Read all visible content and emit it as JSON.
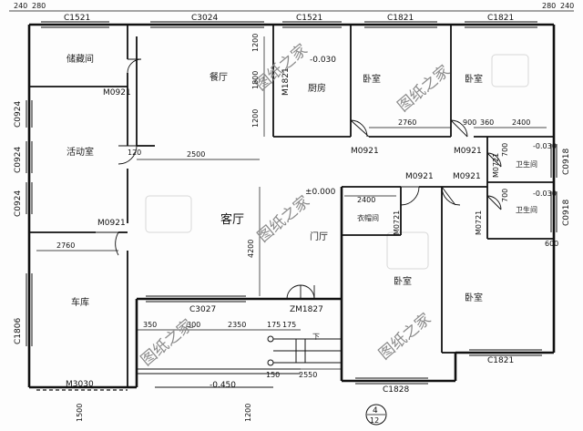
{
  "rooms": {
    "storage": "储藏间",
    "dining": "餐厅",
    "kitchen": "厨房",
    "bedroom_top_mid": "卧室",
    "bedroom_top_right": "卧室",
    "activity": "活动室",
    "living": "客厅",
    "foyer": "门厅",
    "bath_top": "卫生间",
    "bath_bottom": "卫生间",
    "closet": "衣帽间",
    "bedroom_bottom_mid": "卧室",
    "bedroom_bottom_right": "卧室",
    "garage": "车库",
    "porch_arrow": "下"
  },
  "watermark": "图纸之家",
  "window_codes": {
    "top_1": "C1521",
    "top_2": "C3024",
    "top_3": "C1521",
    "top_4": "C1821",
    "top_5": "C1821",
    "left_1": "C0924",
    "left_2": "C0924",
    "left_3": "C0924",
    "left_4": "C1806",
    "right_1": "C0918",
    "right_2": "C0918",
    "porch": "C3027",
    "entry_door": "ZM1827",
    "bottom_1": "C1828",
    "bottom_2": "C1821",
    "garage_door": "M3030"
  },
  "door_codes": {
    "storage": "M0921",
    "kitchen": "M1821",
    "bed_top_mid": "M0921",
    "bed_top_right": "M0921",
    "activity": "M0921",
    "bed_bottom_mid": "M0921",
    "bed_bottom_right": "M0921",
    "closet": "M0721",
    "bath_bottom": "M0721",
    "bath_top": "M0721"
  },
  "levels": {
    "kitchen": "-0.030",
    "living": "±0.000",
    "bath_top": "-0.030",
    "bath_bottom": "-0.030",
    "outside": "-0.450"
  },
  "dims": {
    "d240a": "240",
    "d280a": "280",
    "d280b": "280",
    "d240b": "240",
    "d1200a": "1200",
    "d1800": "1800",
    "d1200b": "1200",
    "d2500": "2500",
    "d2760a": "2760",
    "d2760b": "2760",
    "d2400a": "2400",
    "d2400b": "2400",
    "d900a": "900",
    "d360": "360",
    "d4200": "4200",
    "d350": "350",
    "d2350": "2350",
    "d175a": "175",
    "d175b": "175",
    "d300a": "300",
    "d2550": "2550",
    "d1500": "1500",
    "d1200c": "1200",
    "d120": "120",
    "d600": "600",
    "d150": "150",
    "d700a": "700",
    "d700b": "700"
  },
  "section_mark": {
    "num": "4",
    "den": "12"
  }
}
